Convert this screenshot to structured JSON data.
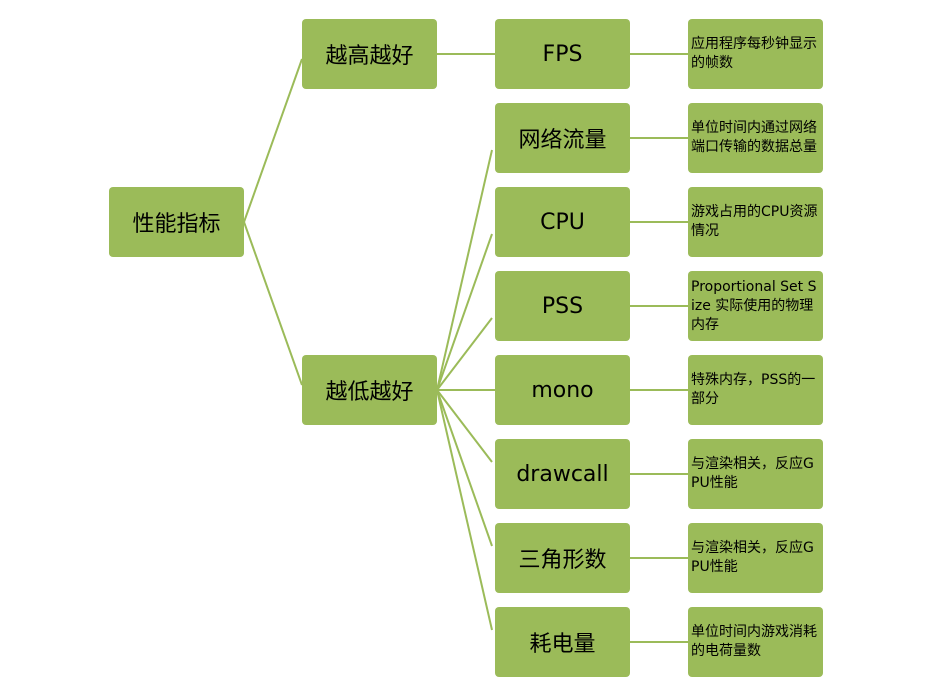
{
  "colors": {
    "node_fill": "#9bbb59",
    "connector": "#9bbb59",
    "background": "#ffffff"
  },
  "root": {
    "label": "性能指标"
  },
  "groups": [
    {
      "label": "越高越好",
      "metrics": [
        {
          "label": "FPS",
          "desc": "应用程序每秒钟显示的帧数"
        }
      ]
    },
    {
      "label": "越低越好",
      "metrics": [
        {
          "label": "网络流量",
          "desc": "单位时间内通过网络端口传输的数据总量"
        },
        {
          "label": "CPU",
          "desc": "游戏占用的CPU资源情况"
        },
        {
          "label": "PSS",
          "desc": "Proportional Set Size 实际使用的物理内存"
        },
        {
          "label": "mono",
          "desc": "特殊内存，PSS的一部分"
        },
        {
          "label": "drawcall",
          "desc": "与渲染相关，反应GPU性能"
        },
        {
          "label": "三角形数",
          "desc": "与渲染相关，反应GPU性能"
        },
        {
          "label": "耗电量",
          "desc": "单位时间内游戏消耗的电荷量数"
        }
      ]
    }
  ]
}
